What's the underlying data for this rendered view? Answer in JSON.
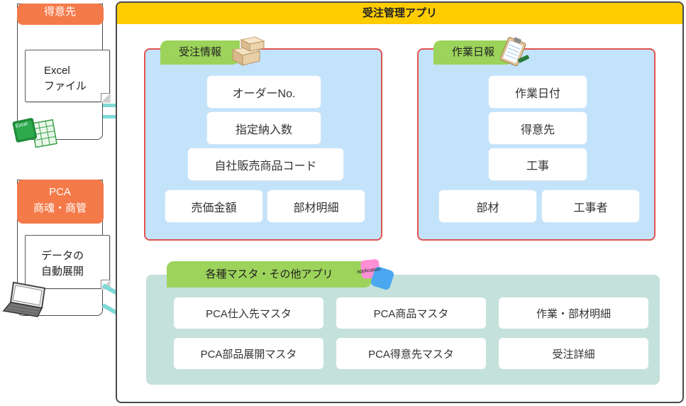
{
  "customer": {
    "header": "得意先",
    "file_line1": "Excel",
    "file_line2": "ファイル",
    "excel_badge": "Excel",
    "icon": "excel-spreadsheet-icon"
  },
  "pca": {
    "header_line1": "PCA",
    "header_line2": "商魂・商管",
    "doc_line1": "データの",
    "doc_line2": "自動展開",
    "icon": "laptop-icon"
  },
  "app": {
    "title": "受注管理アプリ",
    "order_info": {
      "tag": "受注情報",
      "icon": "boxes-icon",
      "fields": [
        "オーダーNo.",
        "指定納入数",
        "自社販売商品コード"
      ],
      "bottom_fields": [
        "売価金額",
        "部材明細"
      ]
    },
    "work_report": {
      "tag": "作業日報",
      "icon": "clipboard-icon",
      "fields": [
        "作業日付",
        "得意先",
        "工事"
      ],
      "bottom_fields": [
        "部材",
        "工事者"
      ]
    },
    "masters": {
      "tag": "各種マスタ・その他アプリ",
      "sticker": "application",
      "icon": "application-sticker-icon",
      "items": [
        [
          "PCA仕入先マスタ",
          "PCA商品マスタ",
          "作業・部材明細"
        ],
        [
          "PCA部品展開マスタ",
          "PCA得意先マスタ",
          "受注詳細"
        ]
      ]
    }
  },
  "colors": {
    "title_bar": "#ffcc00",
    "header_orange": "#f47a4a",
    "panel_blue": "#c3e3fb",
    "panel_border": "#e3524f",
    "tag_green": "#9cd35b",
    "panel_teal": "#c5e1dc",
    "connector": "#7fd9d6"
  }
}
